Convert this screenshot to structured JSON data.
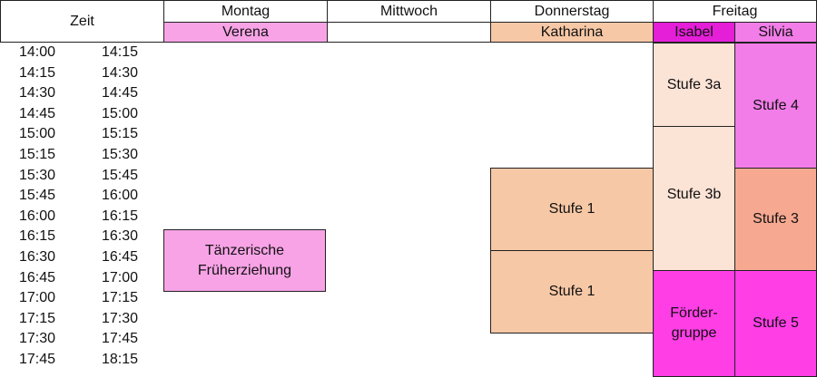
{
  "header": {
    "zeit": "Zeit",
    "days": [
      {
        "label": "Montag"
      },
      {
        "label": "Mittwoch"
      },
      {
        "label": "Donnerstag"
      },
      {
        "label": "Freitag"
      }
    ],
    "teachers": [
      {
        "label": "Verena",
        "color": "#f7a3e6"
      },
      {
        "label": "",
        "color": "#ffffff"
      },
      {
        "label": "Katharina",
        "color": "#f7c8a6"
      },
      {
        "label": "Isabel",
        "color": "#e51ed8"
      },
      {
        "label": "Silvia",
        "color": "#f27de8"
      }
    ]
  },
  "times": [
    {
      "start": "14:00",
      "end": "14:15"
    },
    {
      "start": "14:15",
      "end": "14:30"
    },
    {
      "start": "14:30",
      "end": "14:45"
    },
    {
      "start": "14:45",
      "end": "15:00"
    },
    {
      "start": "15:00",
      "end": "15:15"
    },
    {
      "start": "15:15",
      "end": "15:30"
    },
    {
      "start": "15:30",
      "end": "15:45"
    },
    {
      "start": "15:45",
      "end": "16:00"
    },
    {
      "start": "16:00",
      "end": "16:15"
    },
    {
      "start": "16:15",
      "end": "16:30"
    },
    {
      "start": "16:30",
      "end": "16:45"
    },
    {
      "start": "16:45",
      "end": "17:00"
    },
    {
      "start": "17:00",
      "end": "17:15"
    },
    {
      "start": "17:15",
      "end": "17:30"
    },
    {
      "start": "17:30",
      "end": "17:45"
    },
    {
      "start": "17:45",
      "end": "18:15"
    }
  ],
  "classes": [
    {
      "label": "Tänzerische\nFrüherziehung",
      "color": "#f7a3e6"
    },
    {
      "label": "Stufe 1",
      "color": "#f7c8a6"
    },
    {
      "label": "Stufe 1",
      "color": "#f7c8a6"
    },
    {
      "label": "Stufe 3a",
      "color": "#fbe3d6"
    },
    {
      "label": "Stufe 3b",
      "color": "#fbe3d6"
    },
    {
      "label": "Förder-\ngruppe",
      "color": "#ff3ee6"
    },
    {
      "label": "Stufe 4",
      "color": "#f27de8"
    },
    {
      "label": "Stufe 3",
      "color": "#f7a891"
    },
    {
      "label": "Stufe 5",
      "color": "#ff3ee6"
    }
  ]
}
